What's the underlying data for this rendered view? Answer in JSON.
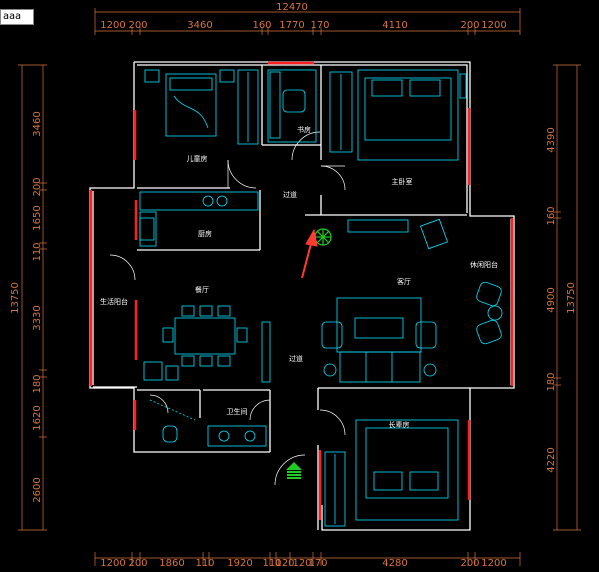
{
  "command_input": {
    "value": "aaa"
  },
  "dimensions": {
    "top_total": "12470",
    "top_segments": [
      "1200",
      "200",
      "3460",
      "160",
      "1770",
      "170",
      "4110",
      "200",
      "1200"
    ],
    "bottom_segments": [
      "1200",
      "200",
      "1860",
      "110",
      "1920",
      "110",
      "120",
      "120",
      "170",
      "4280",
      "200",
      "1200"
    ],
    "left_total": "13750",
    "left_segments": [
      "3460",
      "200",
      "1650",
      "110",
      "3330",
      "180",
      "1620",
      "2600"
    ],
    "right_total": "13750",
    "right_segments": [
      "4390",
      "160",
      "4900",
      "180",
      "4220"
    ]
  },
  "rooms": {
    "children_room": "儿童房",
    "master_bedroom": "主卧室",
    "study": "书房",
    "corridor_top": "过道",
    "kitchen": "厨房",
    "living_room": "客厅",
    "leisure_balcony": "休闲阳台",
    "utility_balcony": "生活阳台",
    "dining_room": "餐厅",
    "corridor_bottom": "过道",
    "bathroom": "卫生间",
    "elder_room": "长辈房"
  },
  "colors": {
    "background": "#000000",
    "wall": "#ffffff",
    "furniture": "#00e5ff",
    "window": "#ff2020",
    "dimension": "#d7743a",
    "plant": "#22cc22",
    "arrow": "#ff3b30"
  }
}
